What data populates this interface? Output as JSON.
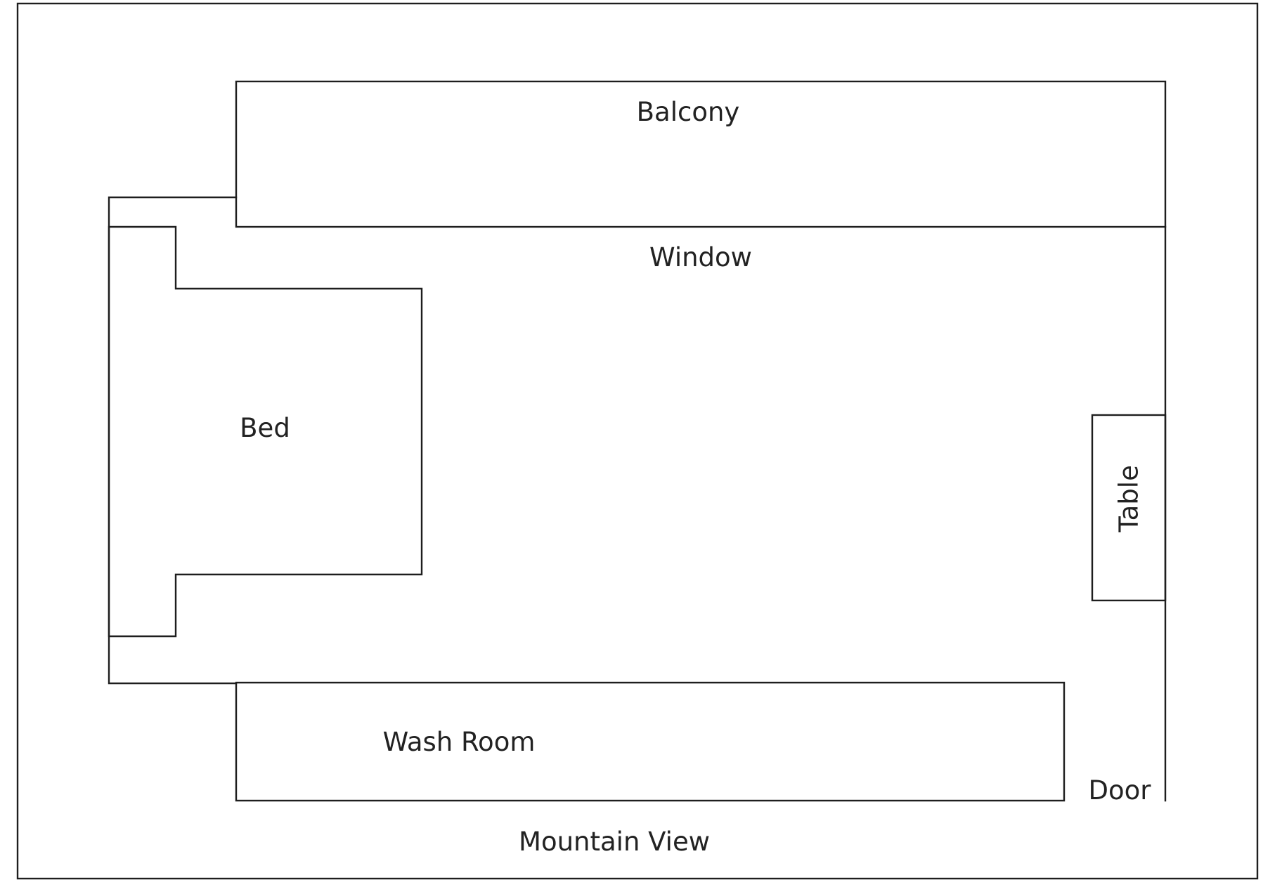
{
  "floor_plan": {
    "labels": {
      "balcony": "Balcony",
      "window": "Window",
      "bed": "Bed",
      "table": "Table",
      "wash_room": "Wash Room",
      "door": "Door",
      "mountain_view": "Mountain View"
    },
    "colors": {
      "line": "#1e1e1e",
      "text": "#222222",
      "background": "#ffffff"
    }
  }
}
